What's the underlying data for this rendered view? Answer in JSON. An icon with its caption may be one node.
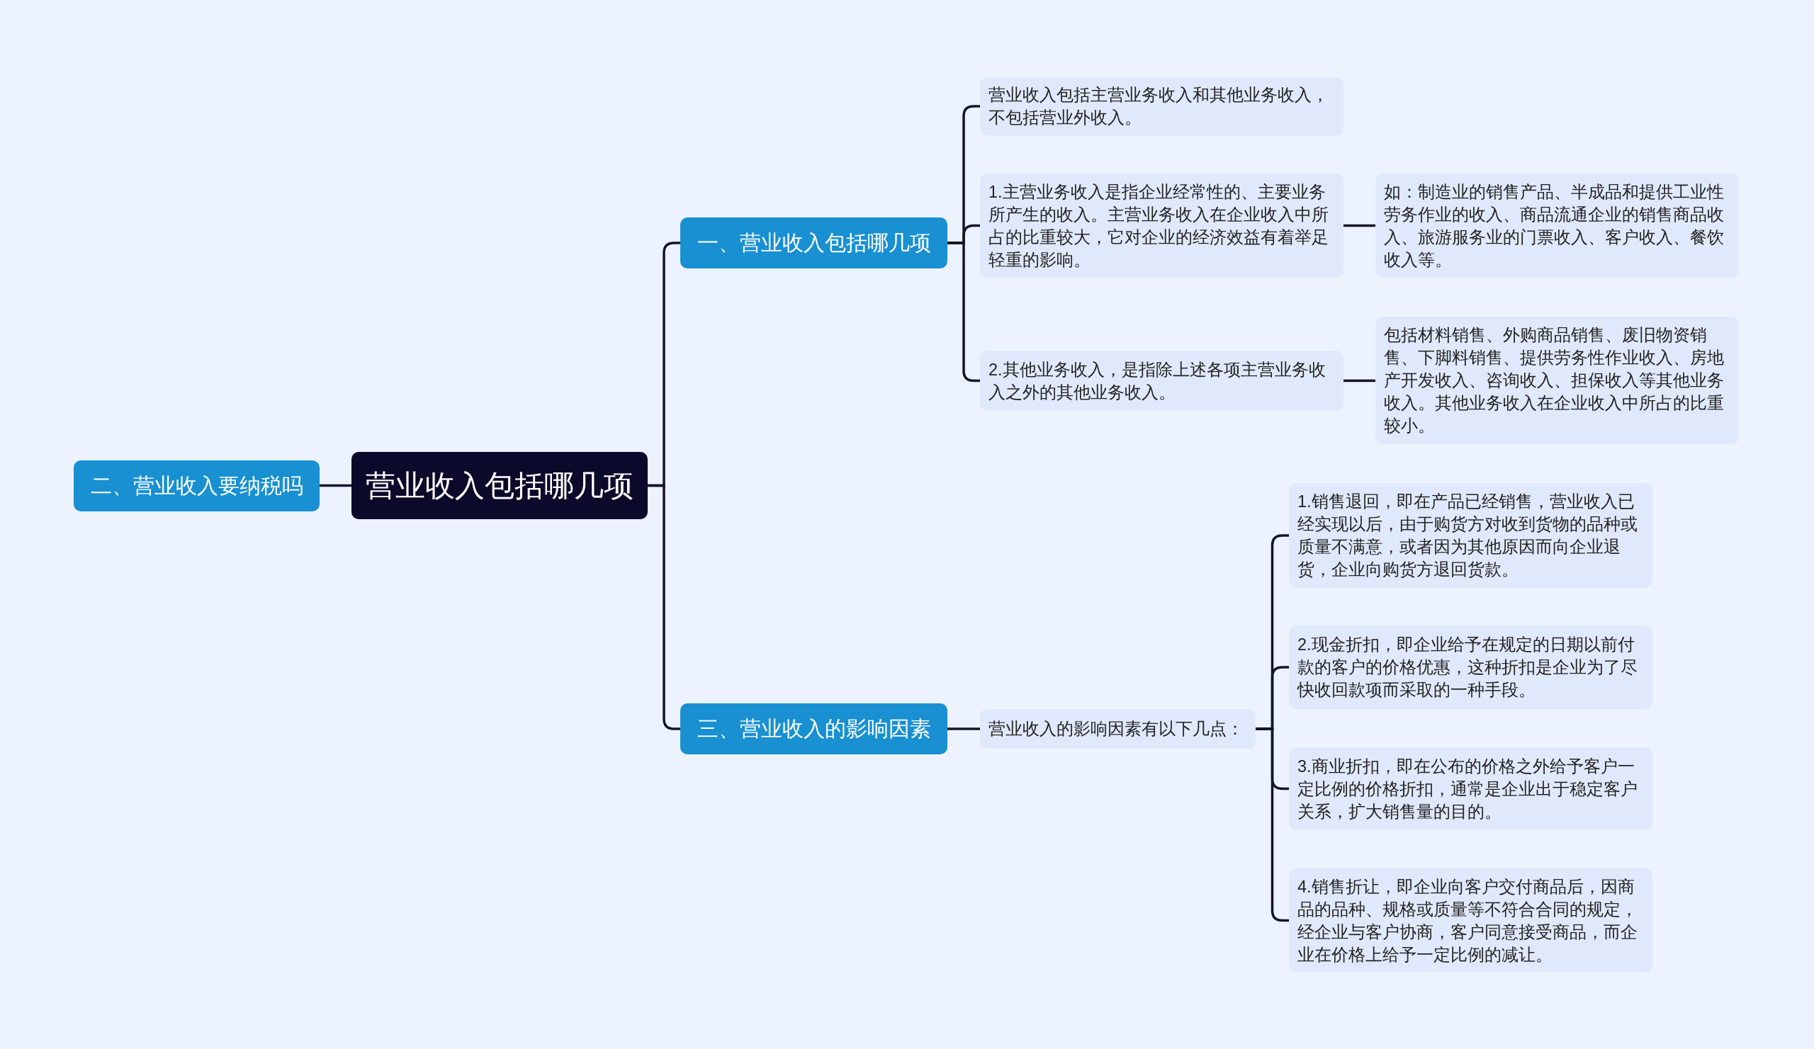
{
  "diagram": {
    "nodes": [
      {
        "text": [
          "营业收入包括哪几项"
        ]
      },
      {
        "text": [
          "一、营业收入包括哪几项"
        ]
      },
      {
        "text": [
          "二、营业收入要纳税吗"
        ]
      },
      {
        "text": [
          "三、营业收入的影响因素"
        ]
      },
      {
        "text": [
          "营业收入包括主营业务收入和其他业务收入，不包括营业外收入。"
        ]
      },
      {
        "text": [
          "1.主营业务收入是指企业经常性的、主要业务所产生的收入。主营业务收入在企业收入中所占的比重较大，它对企业的经济效益有着举足轻重的影响。"
        ]
      },
      {
        "text": [
          "如：制造业的销售产品、半成品和提供工业性劳务作业的收入、商品流通企业的销售商品收入、旅游服务业的门票收入、客户收入、餐饮收入等。"
        ]
      },
      {
        "text": [
          "2.其他业务收入，是指除上述各项主营业务收入之外的其他业务收入。"
        ]
      },
      {
        "text": [
          "包括材料销售、外购商品销售、废旧物资销售、下脚料销售、提供劳务性作业收入、房地产开发收入、咨询收入、担保收入等其他业务收入。其他业务收入在企业收入中所占的比重较小。"
        ]
      },
      {
        "text": [
          "营业收入的影响因素有以下几点："
        ]
      },
      {
        "text": [
          "1.销售退回，即在产品已经销售，营业收入已经实现以后，由于购货方对收到货物的品种或质量不满意，或者因为其他原因而向企业退货，企业向购货方退回货款。"
        ]
      },
      {
        "text": [
          "2.现金折扣，即企业给予在规定的日期以前付款的客户的价格优惠，这种折扣是企业为了尽快收回款项而采取的一种手段。"
        ]
      },
      {
        "text": [
          "3.商业折扣，即在公布的价格之外给予客户一定比例的价格折扣，通常是企业出于稳定客户关系，扩大销售量的目的。"
        ]
      },
      {
        "text": [
          "4.销售折让，即企业向客户交付商品后，因商品的品种、规格或质量等不符合合同的规定，经企业与客户协商，客户同意接受商品，而企业在价格上给予一定比例的减让。"
        ]
      }
    ],
    "edges": [
      {
        "from": 0,
        "to": 1,
        "arrow": "none"
      },
      {
        "from": 0,
        "to": 2,
        "arrow": "none"
      },
      {
        "from": 0,
        "to": 3,
        "arrow": "none"
      },
      {
        "from": 1,
        "to": 4,
        "arrow": "none"
      },
      {
        "from": 1,
        "to": 5,
        "arrow": "none"
      },
      {
        "from": 1,
        "to": 7,
        "arrow": "none"
      },
      {
        "from": 5,
        "to": 6,
        "arrow": "none"
      },
      {
        "from": 7,
        "to": 8,
        "arrow": "none"
      },
      {
        "from": 3,
        "to": 9,
        "arrow": "none"
      },
      {
        "from": 9,
        "to": 10,
        "arrow": "none"
      },
      {
        "from": 9,
        "to": 11,
        "arrow": "none"
      },
      {
        "from": 9,
        "to": 12,
        "arrow": "none"
      },
      {
        "from": 9,
        "to": 13,
        "arrow": "none"
      }
    ]
  }
}
